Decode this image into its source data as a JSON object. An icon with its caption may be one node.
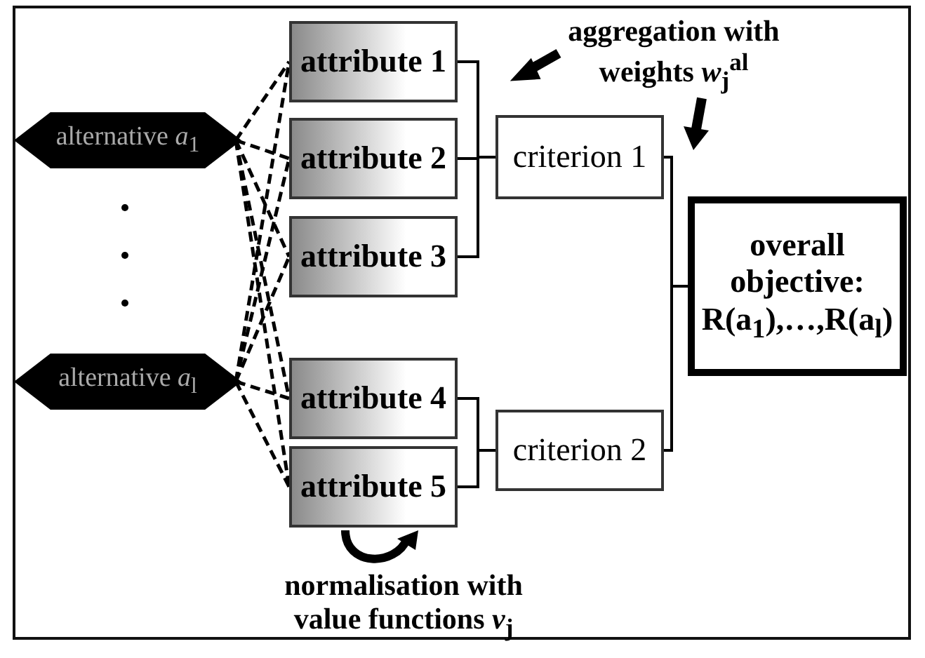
{
  "diagram": {
    "nodes": [
      {
        "text": [
          "alternative *a*$_{1}$"
        ]
      },
      {
        "text": [
          "alternative *a*$_{l}$"
        ]
      },
      {
        "text": [
          "attribute 1"
        ]
      },
      {
        "text": [
          "attribute 2"
        ]
      },
      {
        "text": [
          "attribute 3"
        ]
      },
      {
        "text": [
          "attribute 4"
        ]
      },
      {
        "text": [
          "attribute 5"
        ]
      },
      {
        "text": [
          "criterion 1"
        ]
      },
      {
        "text": [
          "criterion 2"
        ]
      },
      {
        "text": [
          "overall objective:",
          "**R(a$_{1}$),…,R(a$_{l}$)**"
        ]
      }
    ],
    "edges": [
      {
        "from": 0,
        "to": 2,
        "arrow": "none",
        "style": "dashed"
      },
      {
        "from": 0,
        "to": 3,
        "arrow": "none",
        "style": "dashed"
      },
      {
        "from": 0,
        "to": 4,
        "arrow": "none",
        "style": "dashed"
      },
      {
        "from": 0,
        "to": 5,
        "arrow": "none",
        "style": "dashed"
      },
      {
        "from": 0,
        "to": 6,
        "arrow": "none",
        "style": "dashed"
      },
      {
        "from": 1,
        "to": 2,
        "arrow": "none",
        "style": "dashed"
      },
      {
        "from": 1,
        "to": 3,
        "arrow": "none",
        "style": "dashed"
      },
      {
        "from": 1,
        "to": 4,
        "arrow": "none",
        "style": "dashed"
      },
      {
        "from": 1,
        "to": 5,
        "arrow": "none",
        "style": "dashed"
      },
      {
        "from": 1,
        "to": 6,
        "arrow": "none",
        "style": "dashed"
      },
      {
        "from": 2,
        "to": 7,
        "arrow": "none"
      },
      {
        "from": 3,
        "to": 7,
        "arrow": "none"
      },
      {
        "from": 4,
        "to": 7,
        "arrow": "none"
      },
      {
        "from": 5,
        "to": 8,
        "arrow": "none"
      },
      {
        "from": 6,
        "to": 8,
        "arrow": "none"
      },
      {
        "from": 7,
        "to": 9,
        "arrow": "none"
      },
      {
        "from": 8,
        "to": 9,
        "arrow": "none"
      }
    ],
    "labels": [
      "aggregation with weights *w*$_{j}$$^{al}$",
      "normalisation with value functions *v*$_{j}$"
    ]
  }
}
